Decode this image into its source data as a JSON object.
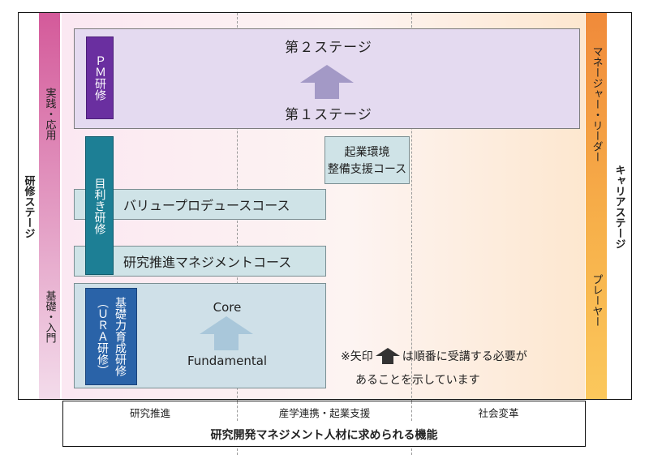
{
  "stages": {
    "stage2": "第２ステージ",
    "stage1": "第１ステージ"
  },
  "pm_training": "ＰＭ研修",
  "left_axis": {
    "title": "研修ステージ",
    "upper": "実践・応用",
    "lower": "基礎・入門"
  },
  "right_axis": {
    "title": "キャリアステージ",
    "upper": "マネージャー・リーダー",
    "lower": "プレーヤー"
  },
  "courses": {
    "startup_line1": "起業環境",
    "startup_line2": "整備支援コース",
    "value_produce": "バリュープロデュースコース",
    "research_mgmt": "研究推進マネジメントコース",
    "mekiki": "目利き研修"
  },
  "basic": {
    "ura_line1": "基礎力育成研修",
    "ura_line2": "（ＵＲＡ研修）",
    "core": "Core",
    "fundamental": "Fundamental"
  },
  "note": {
    "line1_prefix": "※矢印",
    "line1_suffix": "は順番に受講する必要が",
    "line2": "あることを示しています"
  },
  "bottom_axis": {
    "col1": "研究推進",
    "col2": "産学連携・起業支援",
    "col3": "社会変革",
    "title": "研究開発マネジメント人材に求められる機能"
  },
  "colors": {
    "pm": "#6a2fa0",
    "mekiki": "#1d7f95",
    "ura": "#2a63a8",
    "stage_arrow": "#a399c6",
    "core_arrow": "#a9c7da"
  }
}
